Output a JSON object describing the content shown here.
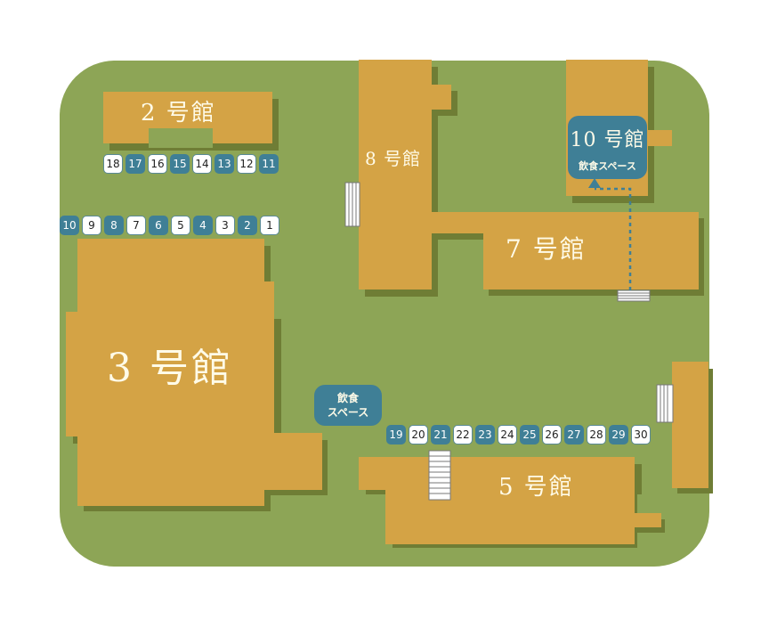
{
  "map": {
    "colors": {
      "ground": "#8da556",
      "building": "#d4a345",
      "building_shadow": "#6f7d35",
      "booth_blue": "#3f7f96",
      "booth_white": "#ffffff",
      "label_text": "#fffbe8"
    },
    "buildings": {
      "b2": "2 号館",
      "b3": "3 号館",
      "b5": "5 号館",
      "b7": "7 号館",
      "b8": "8 号館"
    },
    "bubble_10": {
      "title": "10 号館",
      "subtitle": "飲食スペース"
    },
    "food_area": {
      "line1": "飲食",
      "line2": "スペース"
    },
    "booth_rows": {
      "top": [
        {
          "n": "18",
          "style": "white"
        },
        {
          "n": "17",
          "style": "blue"
        },
        {
          "n": "16",
          "style": "white"
        },
        {
          "n": "15",
          "style": "blue"
        },
        {
          "n": "14",
          "style": "white"
        },
        {
          "n": "13",
          "style": "blue"
        },
        {
          "n": "12",
          "style": "white"
        },
        {
          "n": "11",
          "style": "blue"
        }
      ],
      "middle": [
        {
          "n": "10",
          "style": "blue"
        },
        {
          "n": "9",
          "style": "white"
        },
        {
          "n": "8",
          "style": "blue"
        },
        {
          "n": "7",
          "style": "white"
        },
        {
          "n": "6",
          "style": "blue"
        },
        {
          "n": "5",
          "style": "white"
        },
        {
          "n": "4",
          "style": "blue"
        },
        {
          "n": "3",
          "style": "white"
        },
        {
          "n": "2",
          "style": "blue"
        },
        {
          "n": "1",
          "style": "white"
        }
      ],
      "bottom": [
        {
          "n": "19",
          "style": "blue"
        },
        {
          "n": "20",
          "style": "white"
        },
        {
          "n": "21",
          "style": "blue"
        },
        {
          "n": "22",
          "style": "white"
        },
        {
          "n": "23",
          "style": "blue"
        },
        {
          "n": "24",
          "style": "white"
        },
        {
          "n": "25",
          "style": "blue"
        },
        {
          "n": "26",
          "style": "white"
        },
        {
          "n": "27",
          "style": "blue"
        },
        {
          "n": "28",
          "style": "white"
        },
        {
          "n": "29",
          "style": "blue"
        },
        {
          "n": "30",
          "style": "white"
        }
      ]
    }
  }
}
